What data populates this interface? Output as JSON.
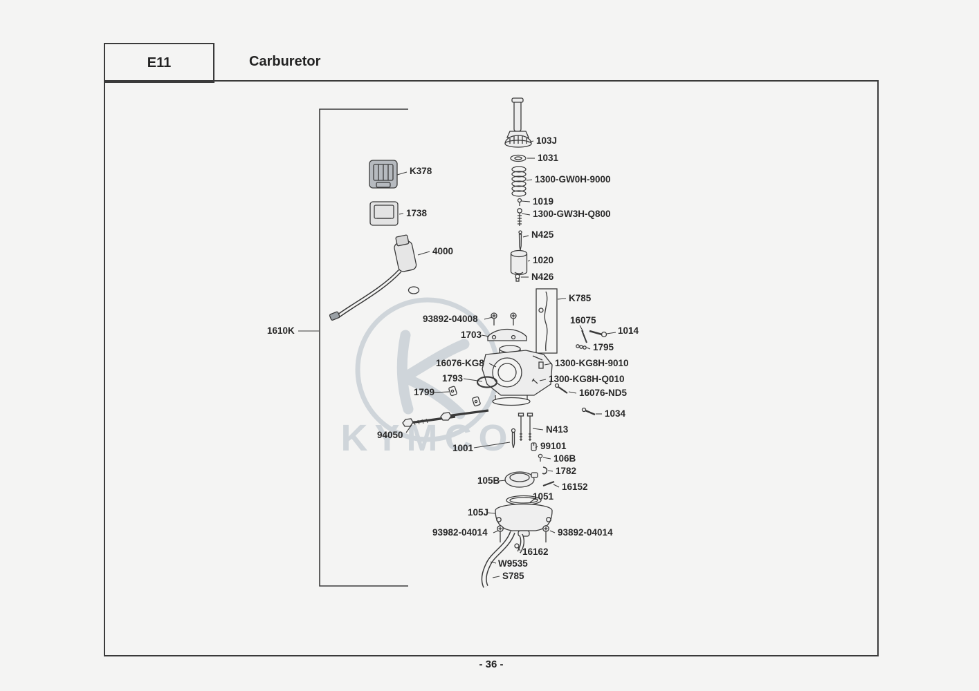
{
  "header": {
    "code": "E11",
    "title": "Carburetor"
  },
  "footer": {
    "page": "- 36 -"
  },
  "watermark": {
    "brand": "KYMCO"
  },
  "callouts": {
    "K378": "K378",
    "1738": "1738",
    "4000": "4000",
    "1610K": "1610K",
    "103J": "103J",
    "1031": "1031",
    "1300-GW0H-9000": "1300-GW0H-9000",
    "1019": "1019",
    "1300-GW3H-Q800": "1300-GW3H-Q800",
    "N425": "N425",
    "1020": "1020",
    "N426": "N426",
    "K785": "K785",
    "93892-04008": "93892-04008",
    "16075": "16075",
    "1014": "1014",
    "1703": "1703",
    "1795": "1795",
    "16076-KG8": "16076-KG8",
    "1300-KG8H-9010": "1300-KG8H-9010",
    "1793": "1793",
    "1300-KG8H-Q010": "1300-KG8H-Q010",
    "1799": "1799",
    "16076-ND5": "16076-ND5",
    "1034": "1034",
    "94050": "94050",
    "N413": "N413",
    "1001": "1001",
    "99101": "99101",
    "106B": "106B",
    "1782": "1782",
    "105B": "105B",
    "16152": "16152",
    "1051": "1051",
    "105J": "105J",
    "93982-04014": "93982-04014",
    "93892-04014": "93892-04014",
    "16162": "16162",
    "W9535": "W9535",
    "S785": "S785"
  }
}
